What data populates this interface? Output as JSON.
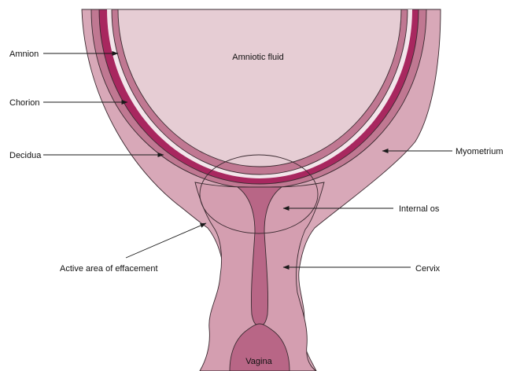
{
  "labels": {
    "amnion": "Amnion",
    "chorion": "Chorion",
    "decidua": "Decidua",
    "myometrium": "Myometrium",
    "internal_os": "Internal os",
    "active_area": "Active area of effacement",
    "cervix": "Cervix",
    "amniotic_fluid": "Amniotic fluid",
    "vagina": "Vagina"
  },
  "colors": {
    "myometrium": "#d8a8b8",
    "decidua": "#c07892",
    "chorion": "#a8275f",
    "amnion_gap": "#f3e5ea",
    "amniotic_fluid": "#e6cdd4",
    "cervix": "#d49eb0",
    "canal": "#b86686",
    "vagina": "#b86686",
    "outline": "#3a2a30"
  }
}
